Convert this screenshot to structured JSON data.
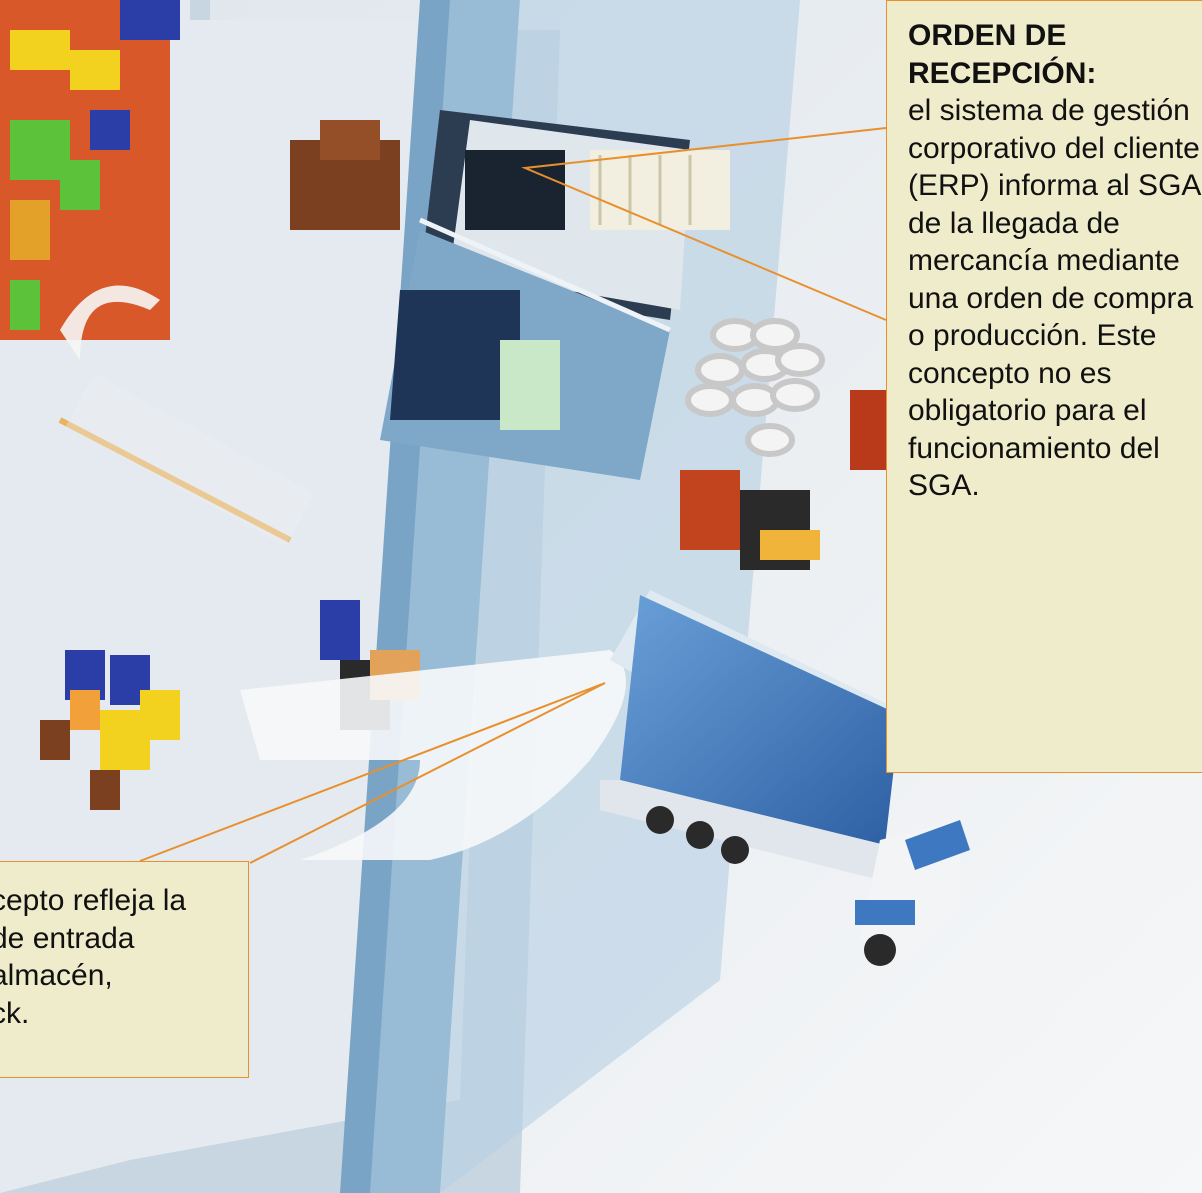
{
  "callout_right": {
    "title_line1": "ORDEN DE",
    "title_line2": "RECEPCIÓN:",
    "body": "el sistema de gestión corporativo del cliente (ERP) informa al SGA de la llegada de mercancía mediante una orden de compra o producción. Este concepto no es obligatorio para el funcionamiento del SGA."
  },
  "callout_left": {
    "line1": "cepto refleja la",
    "line2": "de entrada",
    "line3": "almacén,",
    "line4": "ck."
  },
  "colors": {
    "callout_fill": "#efeccc",
    "callout_border": "#e8902e",
    "floor": "#f2f4f6",
    "glass": "#a9c6dc",
    "truck_blue": "#3d78c0"
  }
}
